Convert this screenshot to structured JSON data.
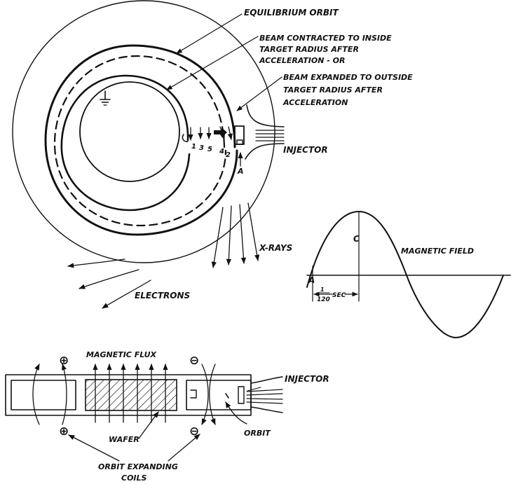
{
  "labels": {
    "equilibrium_orbit": "EQUILIBRIUM ORBIT",
    "beam_contracted_1": "BEAM CONTRACTED TO INSIDE",
    "beam_contracted_2": "TARGET RADIUS AFTER",
    "beam_contracted_3": "ACCELERATION  - OR",
    "beam_expanded_1": "BEAM EXPANDED TO OUTSIDE",
    "beam_expanded_2": "TARGET RADIUS AFTER",
    "beam_expanded_3": "ACCELERATION",
    "injector_top": "INJECTOR",
    "x_rays": "X-RAYS",
    "electrons": "ELECTRONS",
    "magnetic_field": "MAGNETIC FIELD",
    "point_a_curve": "A",
    "point_c": "C",
    "point_a_orbit": "A",
    "time_num": "1",
    "time_den": "120",
    "time_unit": "SEC",
    "step_1": "1",
    "step_3": "3",
    "step_5": "5",
    "step_4": "4",
    "step_2": "2",
    "magnetic_flux": "MAGNETIC FLUX",
    "injector_bottom": "INJECTOR",
    "wafer": "WAFER",
    "orbit": "ORBIT",
    "coils_1": "ORBIT EXPANDING",
    "coils_2": "COILS",
    "plus_sign": "⊕",
    "minus_sign": "⊖"
  },
  "colors": {
    "ink": "#111111",
    "paper": "#ffffff"
  }
}
